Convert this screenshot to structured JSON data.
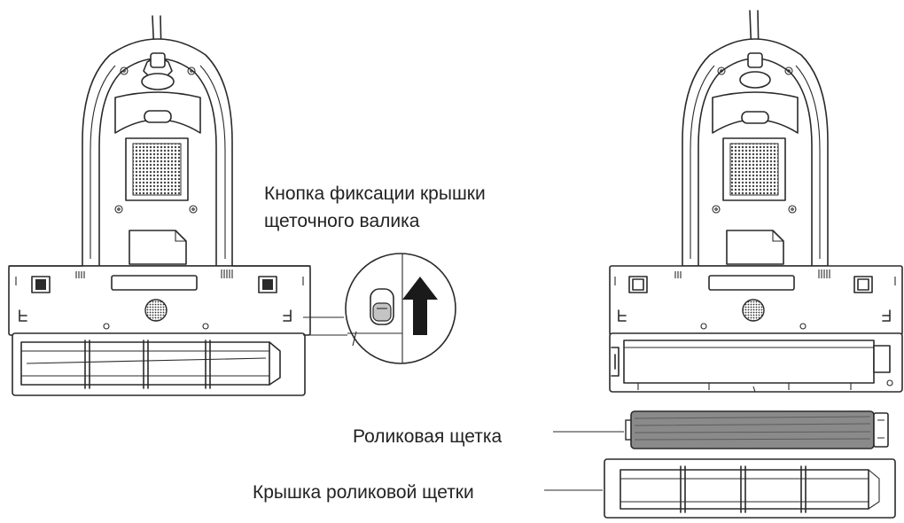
{
  "labels": {
    "lock_button_line1": "Кнопка фиксации крышки",
    "lock_button_line2": "щеточного валика",
    "roller_brush": "Роликовая щетка",
    "roller_cover": "Крышка роликовой щетки"
  },
  "icons": {
    "arrow": "arrow-up-icon",
    "speaker": "speaker-grille-icon"
  },
  "colors": {
    "line": "#2a2a2a",
    "background": "#ffffff",
    "brush_fill": "#8a8a8a",
    "grille_fill": "#555555"
  }
}
